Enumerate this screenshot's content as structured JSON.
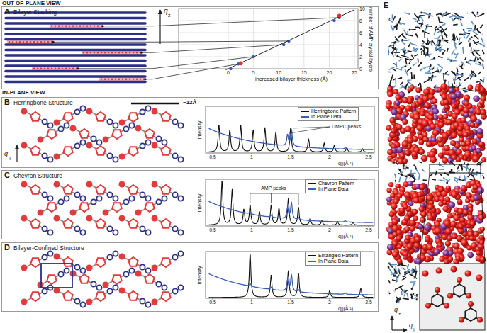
{
  "diagram": {
    "nodes": [
      {
        "text": [
          "A",
          "Bilayer Stacking"
        ]
      },
      {
        "text": [
          "B",
          "Herringbone Structure"
        ]
      },
      {
        "text": [
          "C",
          "Chevron Structure"
        ]
      },
      {
        "text": [
          "D",
          "Bilayer-Confined Structure"
        ]
      }
    ],
    "labels": [
      "OUT-OF-PLANE VIEW",
      "q",
      "z",
      "number of AMP crystal layers",
      "increased bilayer thickness (Å)",
      "0",
      "5",
      "10",
      "15",
      "20",
      "25",
      "0",
      "2",
      "4",
      "6",
      "8",
      "10",
      "IN-PLANE VIEW",
      "~12Å",
      "q",
      "||",
      "Intensity",
      "DMPC peaks",
      "0.5",
      "1",
      "1.5",
      "2",
      "2.5",
      "q||(Å⁻¹)",
      "Intensity",
      "AMP peaks",
      "0.5",
      "1",
      "1.5",
      "2",
      "2.5",
      "q||(Å⁻¹)",
      "Intensity",
      "0.5",
      "1",
      "1.5",
      "2",
      "2.5",
      "q||(Å⁻¹)",
      "E",
      "q",
      "z",
      "q",
      "||"
    ],
    "legend": [
      {
        "text": "Herringbone Pattern"
      },
      {
        "text": "In Plane Data"
      },
      {
        "text": "Chevron Pattern"
      },
      {
        "text": "In Plane Data"
      },
      {
        "text": "Entangled Pattern"
      },
      {
        "text": "In Plane Data"
      }
    ]
  }
}
